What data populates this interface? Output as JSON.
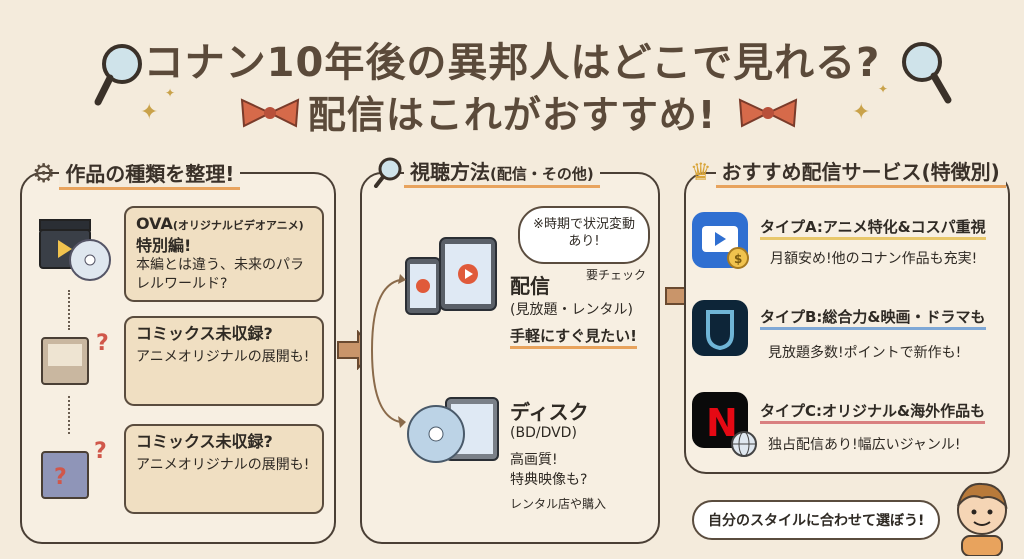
{
  "header": {
    "title_line1": "コナン10年後の異邦人はどこで見れる?",
    "title_line2": "配信はこれがおすすめ!"
  },
  "left_panel": {
    "title": "作品の種類を整理!",
    "cards": [
      {
        "head": "OVA",
        "head_small": "(オリジナルビデオアニメ)",
        "sub": "特別編!",
        "body": "本編とは違う、未来のパラレルワールド?"
      },
      {
        "head": "コミックス未収録?",
        "body": "アニメオリジナルの展開も!"
      },
      {
        "head": "コミックス未収録?",
        "body": "アニメオリジナルの展開も!"
      }
    ]
  },
  "middle_panel": {
    "title": "視聴方法",
    "title_small": "(配信・その他)",
    "cloud_note": "※時期で状況変動あり!",
    "check_note": "要チェック",
    "streaming": {
      "label": "配信",
      "sub": "(見放題・レンタル)",
      "note": "手軽にすぐ見たい!"
    },
    "disc": {
      "label": "ディスク",
      "sub": "(BD/DVD)",
      "note1": "高画質!",
      "note2": "特典映像も?",
      "note3": "レンタル店や購入"
    }
  },
  "right_panel": {
    "title": "おすすめ配信サービス(特徴別)",
    "services": [
      {
        "type": "タイプA:アニメ特化&コスパ重視",
        "desc": "月額安め!他のコナン作品も充実!",
        "icon": "video-play-coin-icon",
        "color": "#2f6fd1"
      },
      {
        "type": "タイプB:総合力&映画・ドラマも",
        "desc": "見放題多数!ポイントで新作も!",
        "icon": "shield-icon",
        "color": "#0d2538"
      },
      {
        "type": "タイプC:オリジナル&海外作品も",
        "desc": "独占配信あり!幅広いジャンル!",
        "icon": "netflix-n-globe-icon",
        "color": "#e50914"
      }
    ]
  },
  "footer_bubble": "自分のスタイルに合わせて選ぼう!"
}
